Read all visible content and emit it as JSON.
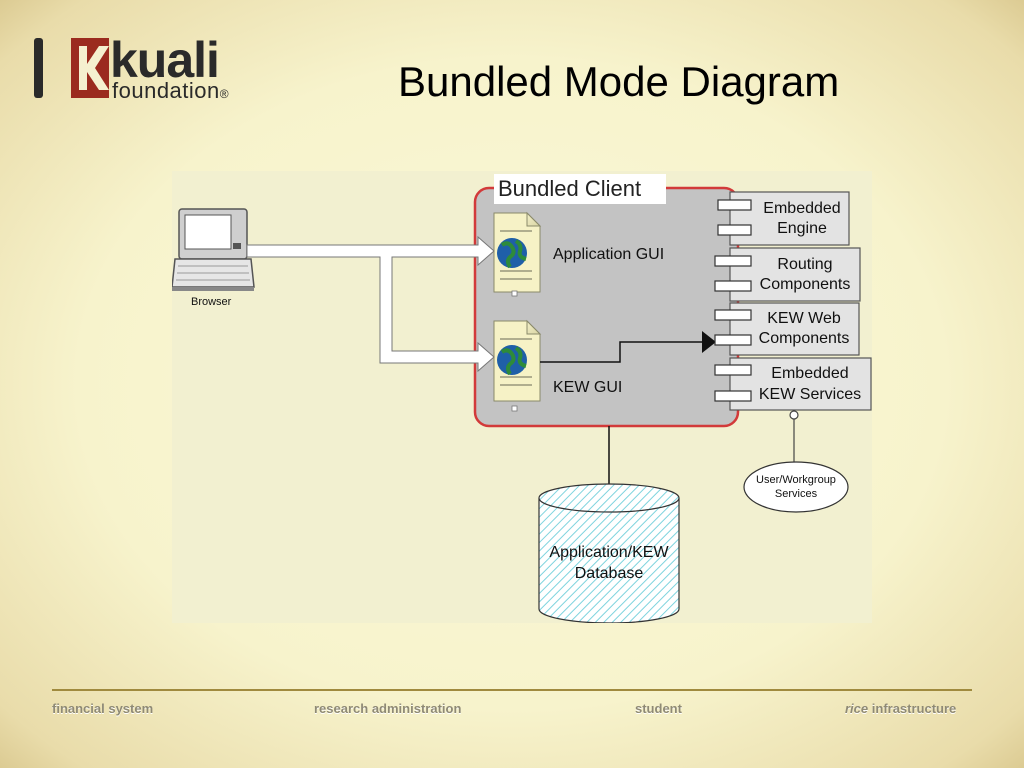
{
  "slide": {
    "title": "Bundled Mode Diagram"
  },
  "logo": {
    "word": "kuali",
    "sub": "foundation",
    "registered": "®"
  },
  "diagram": {
    "client_title": "Bundled Client",
    "application_gui": "Application GUI",
    "kew_gui": "KEW GUI",
    "browser": "Browser",
    "components": [
      {
        "line1": "Embedded",
        "line2": "Engine"
      },
      {
        "line1": "Routing",
        "line2": "Components"
      },
      {
        "line1": "KEW Web",
        "line2": "Components"
      },
      {
        "line1": "Embedded",
        "line2": "KEW Services"
      }
    ],
    "services": {
      "line1": "User/Workgroup",
      "line2": "Services"
    },
    "database": {
      "line1": "Application/KEW",
      "line2": "Database"
    },
    "colors": {
      "client_fill": "#c3c3c3",
      "client_border": "#d23a3a",
      "database_hatch": "#7fd4de",
      "globe": "#1f5fa8"
    }
  },
  "footer": {
    "items": [
      {
        "text": "financial system"
      },
      {
        "text": "research administration"
      },
      {
        "text": "student"
      },
      {
        "italic": "rice",
        "text": "infrastructure"
      }
    ]
  }
}
